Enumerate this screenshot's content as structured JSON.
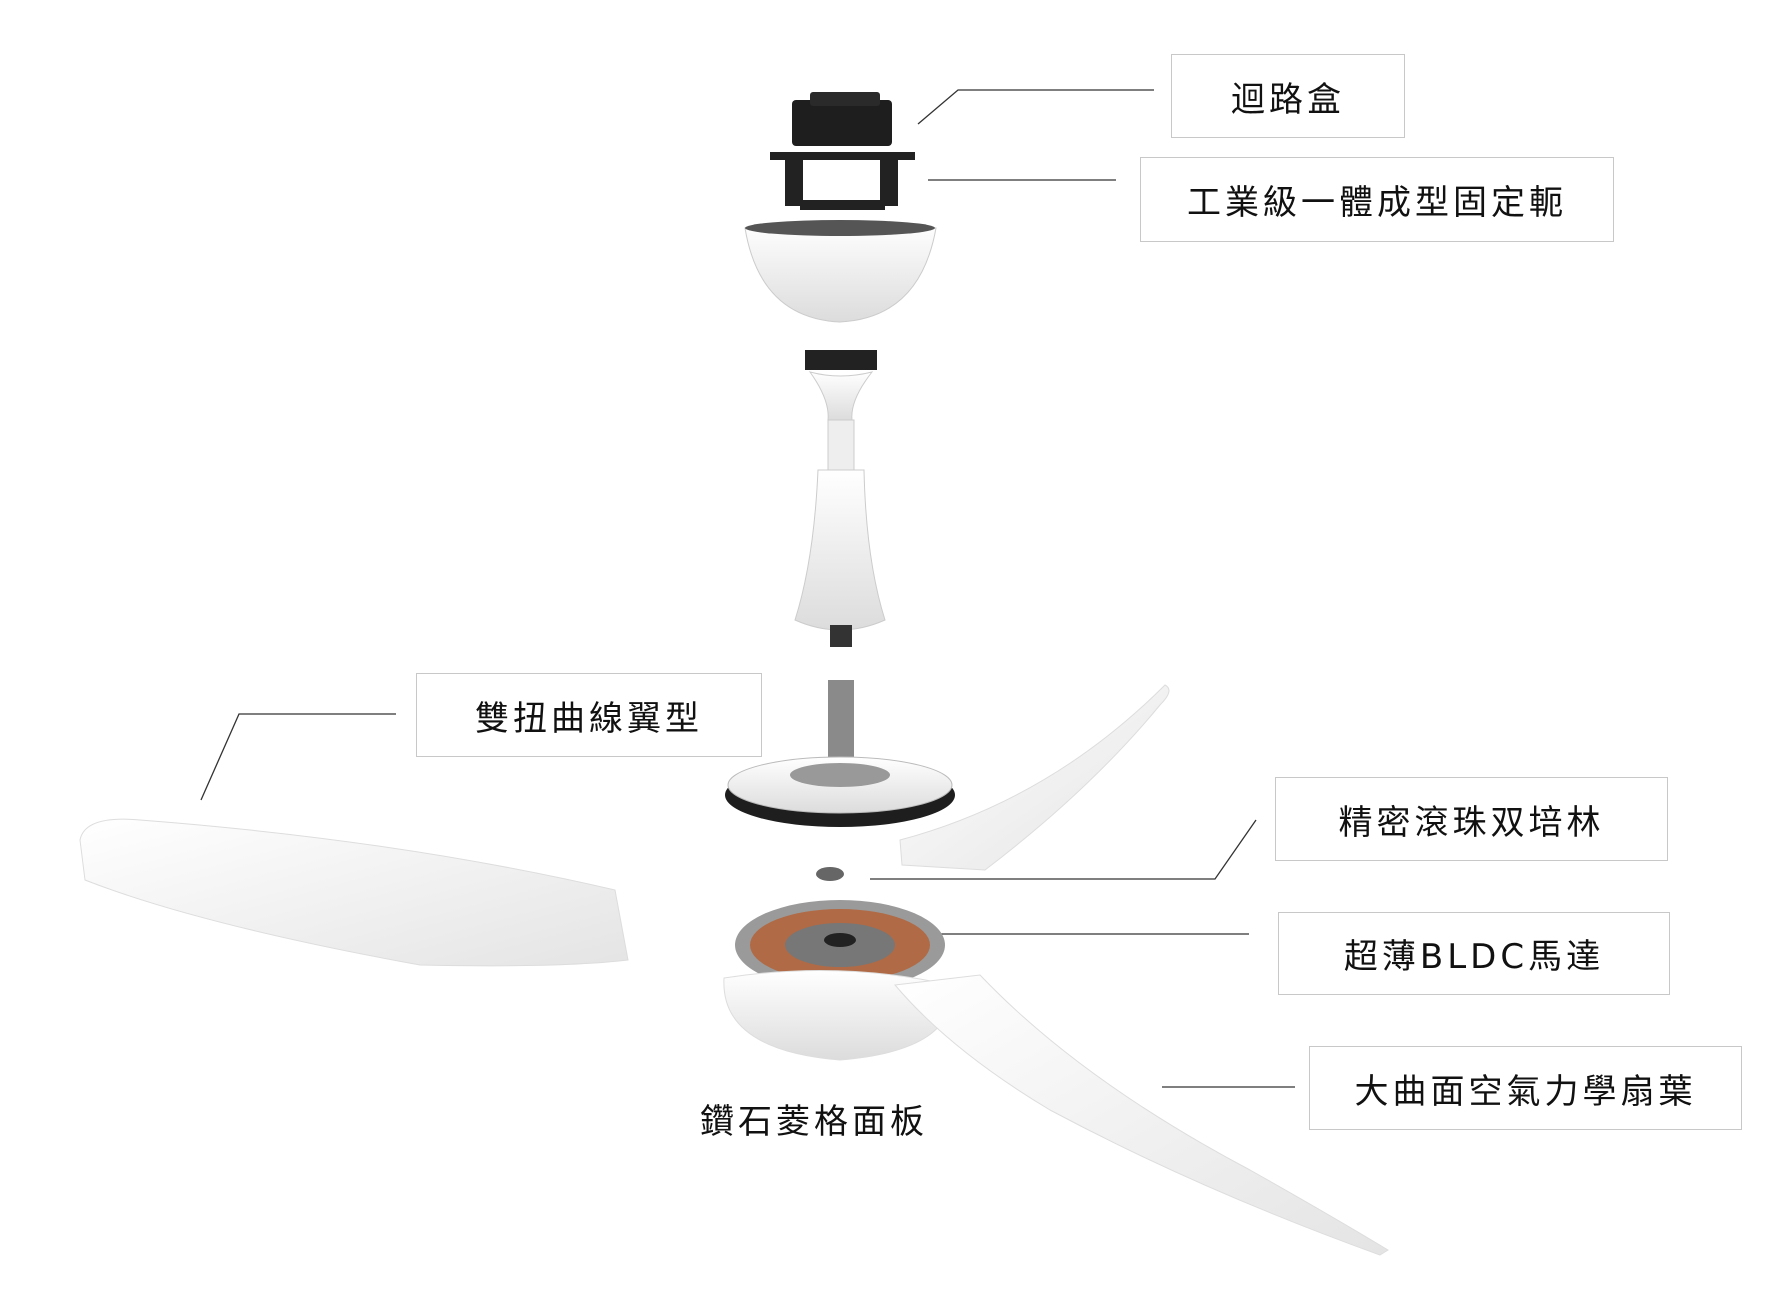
{
  "labels": {
    "control_box": "迴路盒",
    "mount_bracket": "工業級一體成型固定軛",
    "airfoil": "雙扭曲線翼型",
    "bearing": "精密滾珠双培林",
    "motor": "超薄BLDC馬達",
    "blade": "大曲面空氣力學扇葉",
    "panel": "鑽石菱格面板"
  },
  "colors": {
    "leader_line": "#333333",
    "box_border": "#c8c8c8",
    "part_dark": "#1e1e1e",
    "part_white": "#f2f2f2"
  }
}
